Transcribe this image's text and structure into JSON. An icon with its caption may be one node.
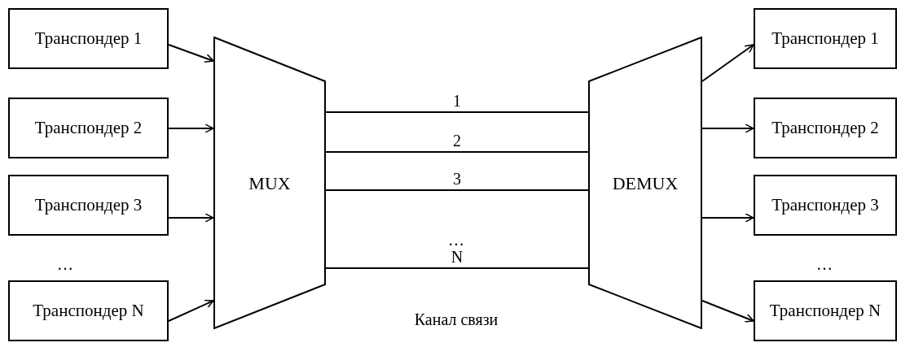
{
  "diagram": {
    "nodes": [
      {
        "text": [
          "Транспондер 1"
        ]
      },
      {
        "text": [
          "Транспондер 2"
        ]
      },
      {
        "text": [
          "Транспондер 3"
        ]
      },
      {
        "text": [
          "Транспондер N"
        ]
      },
      {
        "text": [
          "MUX"
        ]
      },
      {
        "text": [
          "DEMUX"
        ]
      },
      {
        "text": [
          "Транспондер 1"
        ]
      },
      {
        "text": [
          "Транспондер 2"
        ]
      },
      {
        "text": [
          "Транспондер 3"
        ]
      },
      {
        "text": [
          "Транспондер N"
        ]
      }
    ],
    "edges": [
      {
        "from": 0,
        "to": 4,
        "arrow": "to"
      },
      {
        "from": 1,
        "to": 4,
        "arrow": "to"
      },
      {
        "from": 2,
        "to": 4,
        "arrow": "to"
      },
      {
        "from": 3,
        "to": 4,
        "arrow": "to"
      },
      {
        "from": 4,
        "to": 5,
        "arrow": "none",
        "label": "1"
      },
      {
        "from": 4,
        "to": 5,
        "arrow": "none",
        "label": "2"
      },
      {
        "from": 4,
        "to": 5,
        "arrow": "none",
        "label": "3"
      },
      {
        "from": 4,
        "to": 5,
        "arrow": "none",
        "label": "N"
      },
      {
        "from": 5,
        "to": 6,
        "arrow": "to"
      },
      {
        "from": 5,
        "to": 7,
        "arrow": "to"
      },
      {
        "from": 5,
        "to": 8,
        "arrow": "to"
      },
      {
        "from": 5,
        "to": 9,
        "arrow": "to"
      }
    ],
    "labels": [
      "…",
      "…",
      "…",
      "Канал связи"
    ]
  }
}
